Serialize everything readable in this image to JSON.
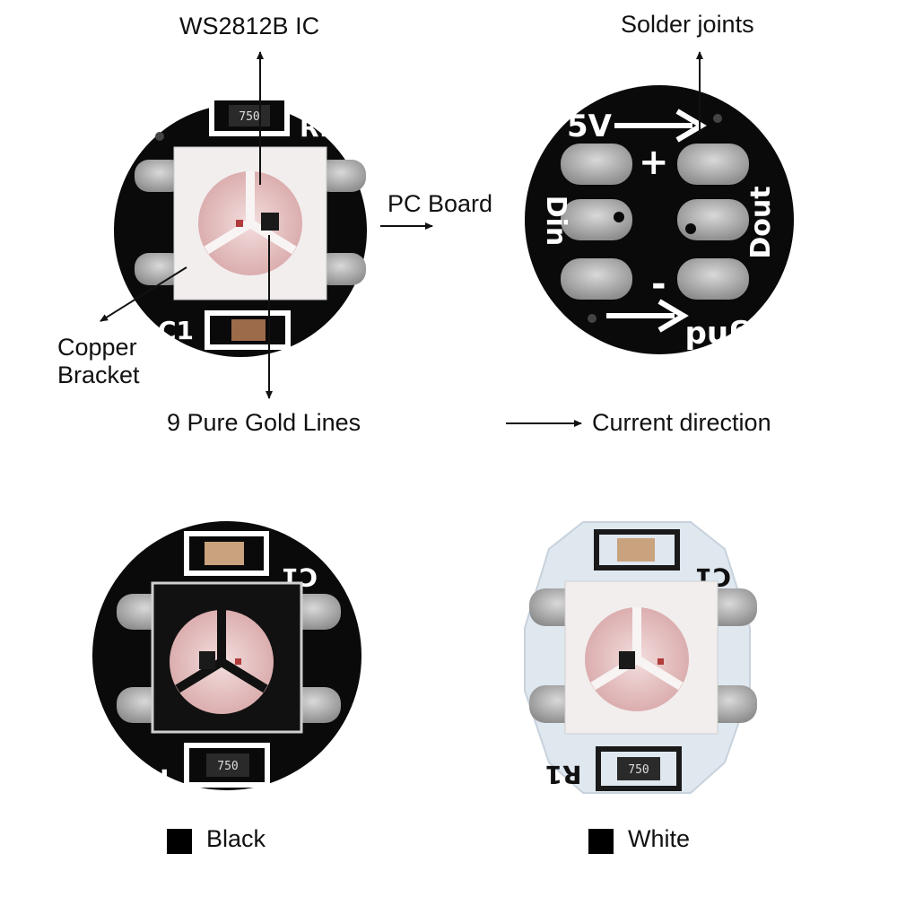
{
  "labels": {
    "ic": "WS2812B IC",
    "solder_joints": "Solder joints",
    "pc_board": "PC Board",
    "copper_bracket": "Copper\nBracket",
    "gold_lines": "9 Pure Gold Lines",
    "current_direction": "Current direction"
  },
  "pcb_markings": {
    "resistor_id": "R1",
    "capacitor_id": "C1",
    "resistor_code": "750",
    "supply": "5V",
    "plus": "+",
    "minus": "-",
    "data_in": "Din",
    "data_out": "Dout",
    "ground": "gnd"
  },
  "legend": {
    "black": "Black",
    "white": "White"
  },
  "colors": {
    "black_board": "#0a0a0a",
    "white_board": "#dfe7ef",
    "led_body": "#f2eeee",
    "lens": "#e9c8c8",
    "pad": "#9a9a9a",
    "capacitor": "#9c6b4a",
    "swatch": "#000000"
  }
}
